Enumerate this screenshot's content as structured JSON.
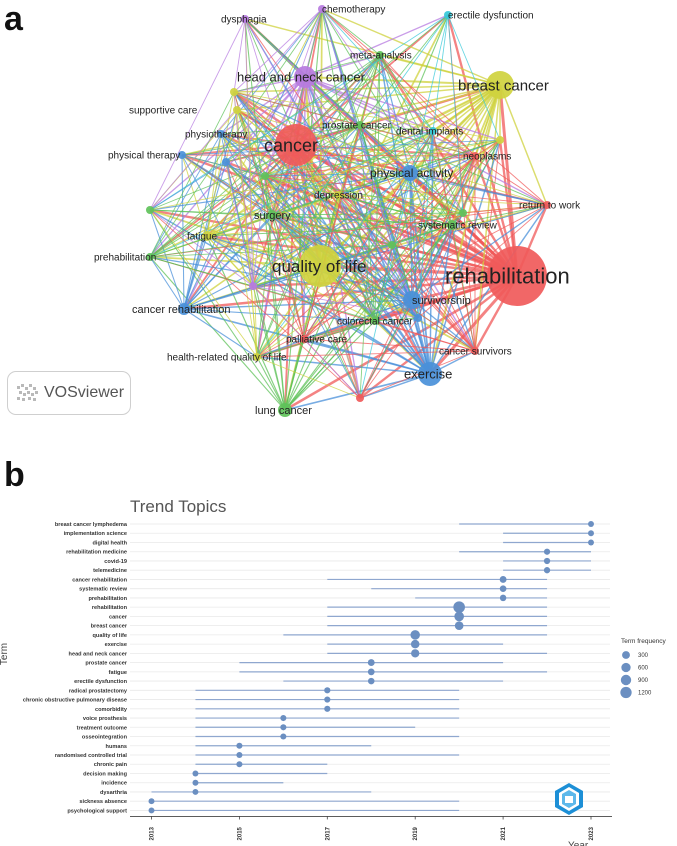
{
  "panel_labels": {
    "a": "a",
    "b": "b"
  },
  "vosviewer": {
    "label": "VOSviewer"
  },
  "chart_data": [
    {
      "type": "network",
      "nodes": [
        {
          "label": "rehabilitation",
          "cluster": "red",
          "weight": 1.0
        },
        {
          "label": "cancer",
          "cluster": "red",
          "weight": 0.62
        },
        {
          "label": "quality of life",
          "cluster": "yellow",
          "weight": 0.62
        },
        {
          "label": "breast cancer",
          "cluster": "yellow",
          "weight": 0.45
        },
        {
          "label": "exercise",
          "cluster": "blue",
          "weight": 0.45
        },
        {
          "label": "head and neck cancer",
          "cluster": "purple",
          "weight": 0.38
        },
        {
          "label": "survivorship",
          "cluster": "blue",
          "weight": 0.3
        },
        {
          "label": "physical activity",
          "cluster": "blue",
          "weight": 0.28
        },
        {
          "label": "lung cancer",
          "cluster": "green",
          "weight": 0.22
        },
        {
          "label": "cancer rehabilitation",
          "cluster": "blue",
          "weight": 0.2
        },
        {
          "label": "surgery",
          "cluster": "green",
          "weight": 0.16
        },
        {
          "label": "systematic review",
          "cluster": "green",
          "weight": 0.14
        },
        {
          "label": "fatigue",
          "cluster": "yellow",
          "weight": 0.14
        },
        {
          "label": "cancer survivors",
          "cluster": "red",
          "weight": 0.12
        },
        {
          "label": "colorectal cancer",
          "cluster": "green",
          "weight": 0.12
        },
        {
          "label": "palliative care",
          "cluster": "red",
          "weight": 0.12
        },
        {
          "label": "depression",
          "cluster": "yellow",
          "weight": 0.11
        },
        {
          "label": "prostate cancer",
          "cluster": "green",
          "weight": 0.11
        },
        {
          "label": "physiotherapy",
          "cluster": "blue",
          "weight": 0.1
        },
        {
          "label": "supportive care",
          "cluster": "yellow",
          "weight": 0.1
        },
        {
          "label": "return to work",
          "cluster": "red",
          "weight": 0.1
        },
        {
          "label": "neoplasms",
          "cluster": "red",
          "weight": 0.1
        },
        {
          "label": "meta-analysis",
          "cluster": "green",
          "weight": 0.1
        },
        {
          "label": "dental implants",
          "cluster": "cyan",
          "weight": 0.09
        },
        {
          "label": "prehabilitation",
          "cluster": "green",
          "weight": 0.09
        },
        {
          "label": "physical therapy",
          "cluster": "blue",
          "weight": 0.09
        },
        {
          "label": "health-related quality of life",
          "cluster": "yellow",
          "weight": 0.09
        },
        {
          "label": "chemotherapy",
          "cluster": "purple",
          "weight": 0.09
        },
        {
          "label": "dysphagia",
          "cluster": "purple",
          "weight": 0.09
        },
        {
          "label": "erectile dysfunction",
          "cluster": "cyan",
          "weight": 0.09
        }
      ],
      "cluster_colors": {
        "red": "#f05a5a",
        "yellow": "#cfd23e",
        "blue": "#4a90d9",
        "green": "#5fc25a",
        "purple": "#b77be0",
        "cyan": "#35c8d8"
      }
    },
    {
      "type": "scatter",
      "title": "Trend Topics",
      "xlabel": "Year",
      "ylabel": "Term",
      "xlim": [
        2013,
        2023
      ],
      "xticks": [
        2013,
        2015,
        2017,
        2019,
        2021,
        2023
      ],
      "legend": {
        "title": "Term frequency",
        "values": [
          300,
          600,
          900,
          1200
        ],
        "position": "right"
      },
      "point_color": "#6b8fc1",
      "terms": [
        {
          "term": "breast cancer lymphedema",
          "start": 2020,
          "median": 2023,
          "end": 2023,
          "freq": 60
        },
        {
          "term": "implementation science",
          "start": 2021,
          "median": 2023,
          "end": 2023,
          "freq": 60
        },
        {
          "term": "digital health",
          "start": 2021,
          "median": 2023,
          "end": 2023,
          "freq": 60
        },
        {
          "term": "rehabilitation medicine",
          "start": 2020,
          "median": 2022,
          "end": 2023,
          "freq": 80
        },
        {
          "term": "covid-19",
          "start": 2021,
          "median": 2022,
          "end": 2023,
          "freq": 90
        },
        {
          "term": "telemedicine",
          "start": 2021,
          "median": 2022,
          "end": 2023,
          "freq": 90
        },
        {
          "term": "cancer rehabilitation",
          "start": 2017,
          "median": 2021,
          "end": 2022,
          "freq": 150
        },
        {
          "term": "systematic review",
          "start": 2018,
          "median": 2021,
          "end": 2022,
          "freq": 130
        },
        {
          "term": "prehabilitation",
          "start": 2019,
          "median": 2021,
          "end": 2022,
          "freq": 110
        },
        {
          "term": "rehabilitation",
          "start": 2017,
          "median": 2020,
          "end": 2022,
          "freq": 1300
        },
        {
          "term": "cancer",
          "start": 2017,
          "median": 2020,
          "end": 2022,
          "freq": 700
        },
        {
          "term": "breast cancer",
          "start": 2017,
          "median": 2020,
          "end": 2022,
          "freq": 450
        },
        {
          "term": "quality of life",
          "start": 2016,
          "median": 2019,
          "end": 2022,
          "freq": 650
        },
        {
          "term": "exercise",
          "start": 2017,
          "median": 2019,
          "end": 2021,
          "freq": 420
        },
        {
          "term": "head and neck cancer",
          "start": 2017,
          "median": 2019,
          "end": 2022,
          "freq": 380
        },
        {
          "term": "prostate cancer",
          "start": 2015,
          "median": 2018,
          "end": 2021,
          "freq": 150
        },
        {
          "term": "fatigue",
          "start": 2015,
          "median": 2018,
          "end": 2022,
          "freq": 140
        },
        {
          "term": "erectile dysfunction",
          "start": 2016,
          "median": 2018,
          "end": 2021,
          "freq": 110
        },
        {
          "term": "radical prostatectomy",
          "start": 2014,
          "median": 2017,
          "end": 2020,
          "freq": 80
        },
        {
          "term": "chronic obstructive pulmonary disease",
          "start": 2014,
          "median": 2017,
          "end": 2020,
          "freq": 80
        },
        {
          "term": "comorbidity",
          "start": 2014,
          "median": 2017,
          "end": 2020,
          "freq": 80
        },
        {
          "term": "voice prosthesis",
          "start": 2014,
          "median": 2016,
          "end": 2020,
          "freq": 70
        },
        {
          "term": "treatment outcome",
          "start": 2014,
          "median": 2016,
          "end": 2019,
          "freq": 70
        },
        {
          "term": "osseointegration",
          "start": 2014,
          "median": 2016,
          "end": 2020,
          "freq": 70
        },
        {
          "term": "humans",
          "start": 2014,
          "median": 2015,
          "end": 2018,
          "freq": 70
        },
        {
          "term": "randomised controlled trial",
          "start": 2014,
          "median": 2015,
          "end": 2020,
          "freq": 70
        },
        {
          "term": "chronic pain",
          "start": 2014,
          "median": 2015,
          "end": 2017,
          "freq": 70
        },
        {
          "term": "decision making",
          "start": 2014,
          "median": 2014,
          "end": 2017,
          "freq": 60
        },
        {
          "term": "incidence",
          "start": 2014,
          "median": 2014,
          "end": 2016,
          "freq": 60
        },
        {
          "term": "dysarthria",
          "start": 2013,
          "median": 2014,
          "end": 2018,
          "freq": 60
        },
        {
          "term": "sickness absence",
          "start": 2013,
          "median": 2013,
          "end": 2020,
          "freq": 60
        },
        {
          "term": "psychological support",
          "start": 2013,
          "median": 2013,
          "end": 2020,
          "freq": 60
        }
      ]
    }
  ]
}
